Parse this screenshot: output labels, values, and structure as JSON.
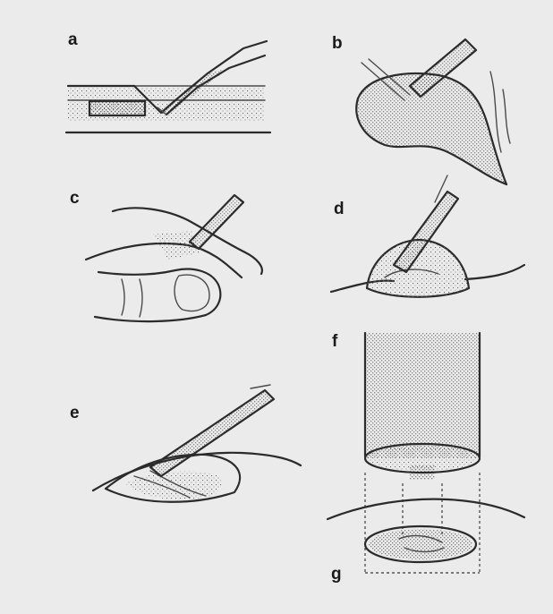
{
  "figure": {
    "panels": [
      {
        "id": "a",
        "label": "a"
      },
      {
        "id": "b",
        "label": "b"
      },
      {
        "id": "c",
        "label": "c"
      },
      {
        "id": "d",
        "label": "d"
      },
      {
        "id": "e",
        "label": "e"
      },
      {
        "id": "f",
        "label": "f"
      },
      {
        "id": "g",
        "label": "g"
      }
    ]
  },
  "colors": {
    "background": "#ebebeb",
    "ink": "#2b2b2b"
  }
}
